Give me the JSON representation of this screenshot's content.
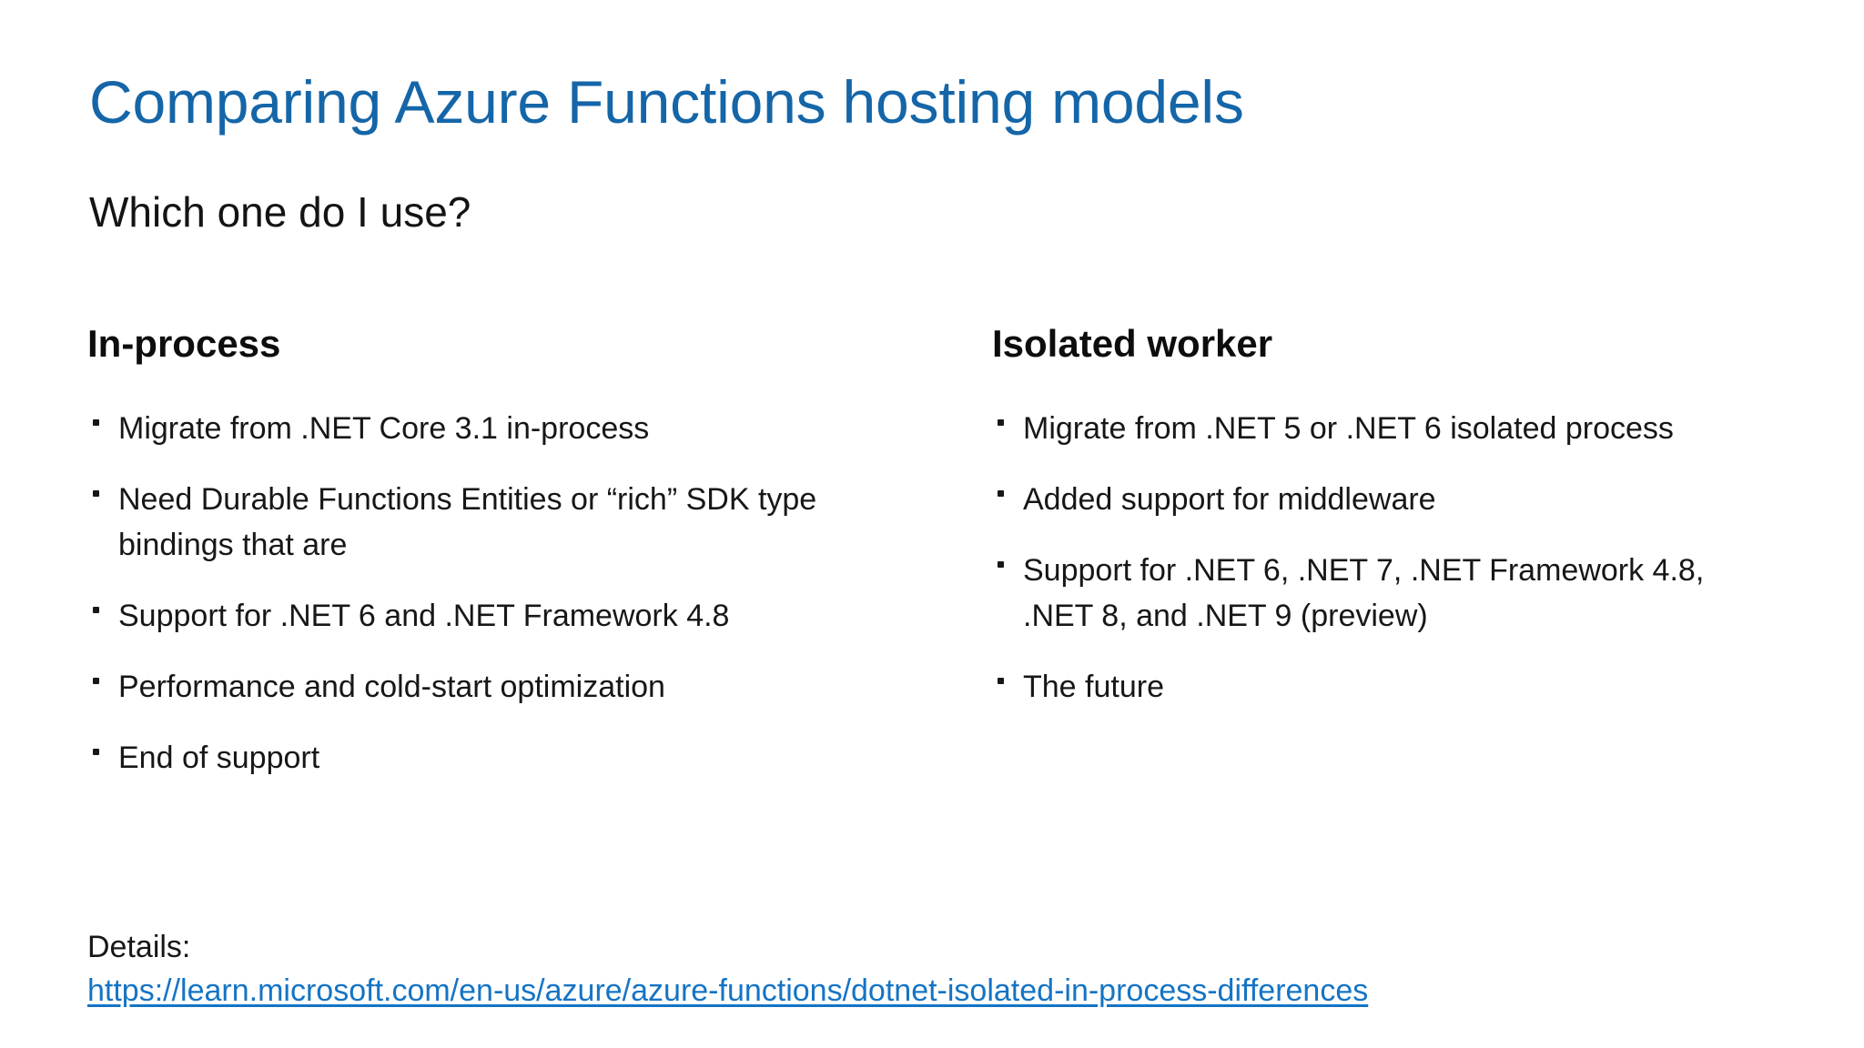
{
  "slide": {
    "title": "Comparing Azure Functions hosting models",
    "subtitle": "Which one do I use?",
    "colors": {
      "title_blue": "#1566A8",
      "link_blue": "#1574C4",
      "body_text": "#171717",
      "background": "#ffffff"
    }
  },
  "columns": [
    {
      "heading": "In-process",
      "bullets": [
        "Migrate from .NET Core 3.1 in-process",
        "Need Durable Functions Entities or “rich” SDK type bindings that are",
        "Support for .NET 6 and .NET Framework 4.8",
        "Performance and cold-start optimization",
        "End of support"
      ]
    },
    {
      "heading": "Isolated worker",
      "bullets": [
        "Migrate from .NET 5 or .NET 6 isolated process",
        "Added support for middleware",
        "Support for .NET 6, .NET 7, .NET Framework 4.8, .NET 8, and .NET 9 (preview)",
        "The future"
      ]
    }
  ],
  "details": {
    "label": "Details:",
    "url": "https://learn.microsoft.com/en-us/azure/azure-functions/dotnet-isolated-in-process-differences"
  }
}
